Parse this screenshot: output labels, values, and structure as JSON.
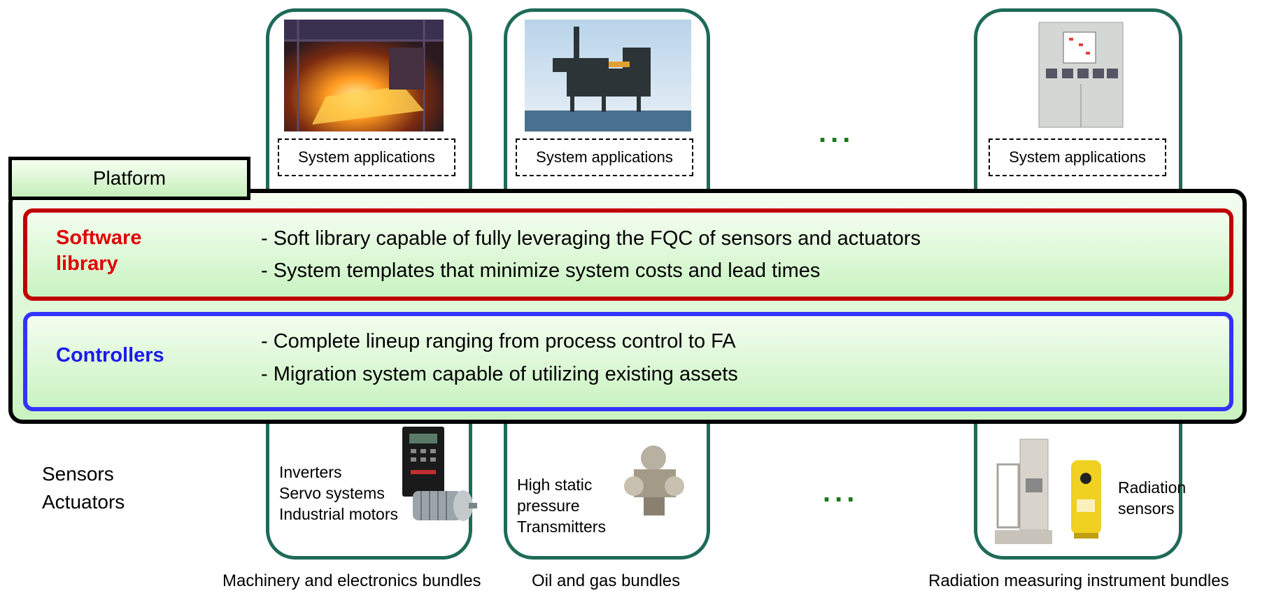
{
  "system_applications_label": "System applications",
  "ellipsis": "...",
  "platform": {
    "tab_label": "Platform",
    "software_library": {
      "label": "Software\nlibrary",
      "bullets": [
        "- Soft library capable of fully leveraging the FQC of sensors and actuators",
        "- System templates that minimize system costs and lead times"
      ]
    },
    "controllers": {
      "label": "Controllers",
      "bullets": [
        "- Complete lineup ranging from process control to FA",
        "- Migration system capable of utilizing existing assets"
      ]
    }
  },
  "sensors_actuators_label": "Sensors\nActuators",
  "bundles": [
    {
      "products": "Inverters\nServo systems\nIndustrial motors",
      "label": "Machinery and electronics bundles"
    },
    {
      "products": "High static\npressure\nTransmitters",
      "label": "Oil and gas bundles"
    },
    {
      "products": "Radiation\nsensors",
      "label": "Radiation measuring instrument bundles"
    }
  ],
  "colors": {
    "bundle_border": "#1e6b57",
    "software_border": "#c00000",
    "software_text": "#e00000",
    "controllers_border": "#3333ff",
    "controllers_text": "#1a1aee",
    "platform_fill": "#c9f3c1",
    "ellipsis": "#1a7a1a"
  }
}
